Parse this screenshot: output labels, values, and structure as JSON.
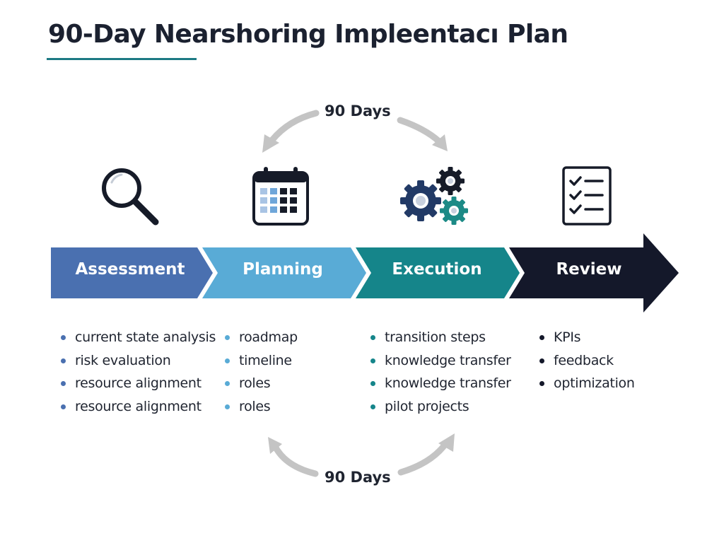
{
  "title": "90-Day Nearshoring Impleentacı Plan",
  "cycle": {
    "top_label": "90 Days",
    "bottom_label": "90 Days"
  },
  "colors": {
    "title_underline": "#1d7a84",
    "arc": "#c4c4c4",
    "assessment": "#4a70b0",
    "planning": "#59abd6",
    "execution": "#15858a",
    "review": "#14182a"
  },
  "stages": [
    {
      "id": "assessment",
      "label": "Assessment",
      "icon": "magnifying-glass-icon",
      "items": [
        "current state analysis",
        "risk evaluation",
        "resource alignment",
        "resource alignment"
      ]
    },
    {
      "id": "planning",
      "label": "Planning",
      "icon": "calendar-icon",
      "items": [
        "roadmap",
        "timeline",
        "roles",
        "roles"
      ]
    },
    {
      "id": "execution",
      "label": "Execution",
      "icon": "gears-icon",
      "items": [
        "transition steps",
        "knowledge transfer",
        "knowledge transfer",
        "pilot projects"
      ]
    },
    {
      "id": "review",
      "label": "Review",
      "icon": "checklist-icon",
      "items": [
        "KPIs",
        "feedback",
        "optimization"
      ]
    }
  ]
}
